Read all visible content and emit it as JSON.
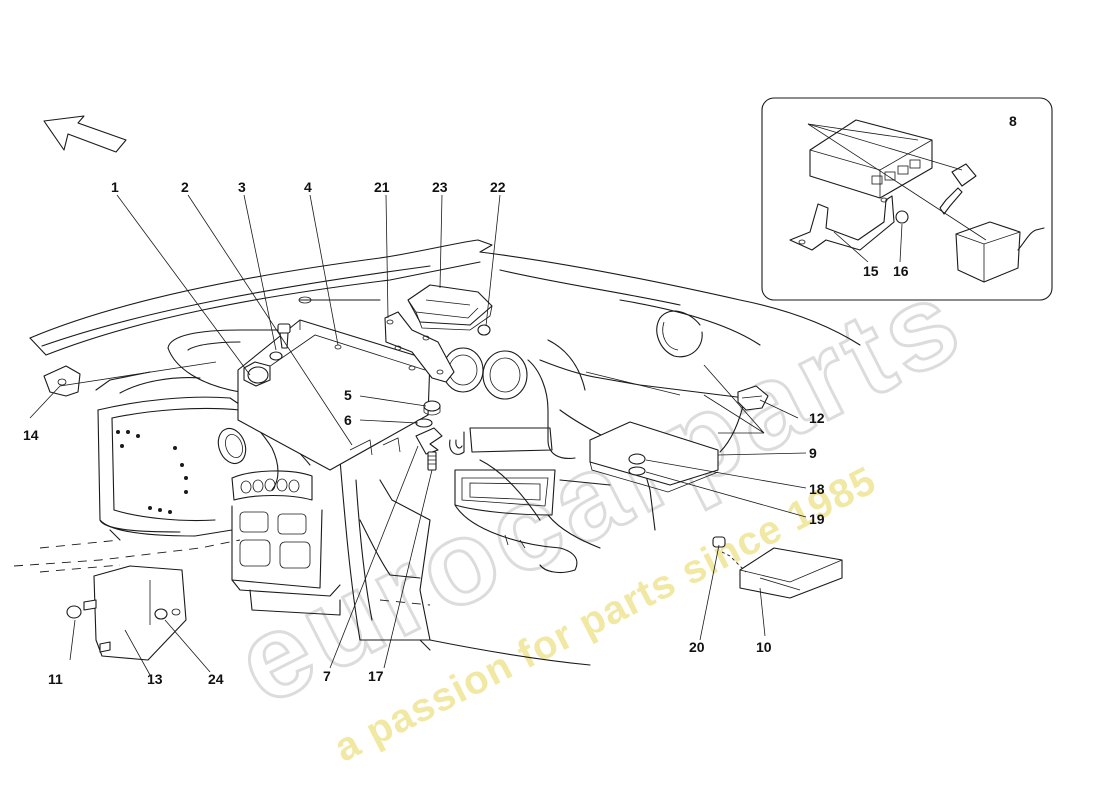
{
  "watermark": {
    "brand": "eurocarparts",
    "tagline": "a passion for parts since 1985",
    "brand_color": "#d9d9d9",
    "tagline_color": "#efe69a"
  },
  "direction_arrow": {
    "icon": "front-direction-arrow-icon"
  },
  "callouts": [
    {
      "id": "1",
      "label": "1"
    },
    {
      "id": "2",
      "label": "2"
    },
    {
      "id": "3",
      "label": "3"
    },
    {
      "id": "4",
      "label": "4"
    },
    {
      "id": "5",
      "label": "5"
    },
    {
      "id": "6",
      "label": "6"
    },
    {
      "id": "7",
      "label": "7"
    },
    {
      "id": "8",
      "label": "8"
    },
    {
      "id": "9",
      "label": "9"
    },
    {
      "id": "10",
      "label": "10"
    },
    {
      "id": "11",
      "label": "11"
    },
    {
      "id": "12",
      "label": "12"
    },
    {
      "id": "13",
      "label": "13"
    },
    {
      "id": "14",
      "label": "14"
    },
    {
      "id": "15",
      "label": "15"
    },
    {
      "id": "16",
      "label": "16"
    },
    {
      "id": "17",
      "label": "17"
    },
    {
      "id": "18",
      "label": "18"
    },
    {
      "id": "19",
      "label": "19"
    },
    {
      "id": "20",
      "label": "20"
    },
    {
      "id": "21",
      "label": "21"
    },
    {
      "id": "22",
      "label": "22"
    },
    {
      "id": "23",
      "label": "23"
    },
    {
      "id": "24",
      "label": "24"
    }
  ]
}
